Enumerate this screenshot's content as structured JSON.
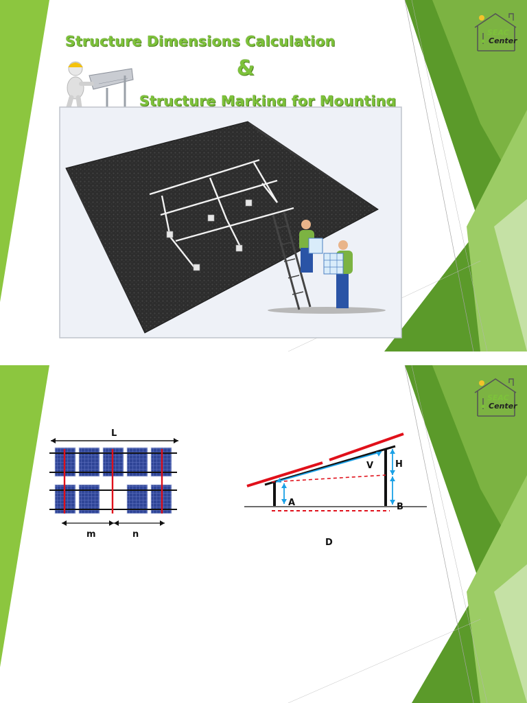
{
  "slide1": {
    "title_line1": "Structure Dimensions Calculation",
    "title_amp": "&",
    "title_line2": "Structure Marking for Mounting",
    "logo_line1": "SEAC",
    "logo_line2": "Center",
    "colors": {
      "accent_green": "#7dc23a",
      "dark_green": "#4e7f1f",
      "roof_dark": "#2b2b2b"
    }
  },
  "slide2": {
    "logo_line1": "SEAC",
    "logo_line2": "Center",
    "array_diagram": {
      "label_L": "L",
      "label_m": "m",
      "label_n": "n"
    },
    "tilt_diagram": {
      "label_V": "V",
      "label_H": "H",
      "label_A": "A",
      "label_B": "B",
      "label_D": "D"
    },
    "colors": {
      "panel_blue": "#2a3f8f",
      "cut_red": "#e0101a",
      "arrow_blue": "#1aa0e6"
    }
  }
}
